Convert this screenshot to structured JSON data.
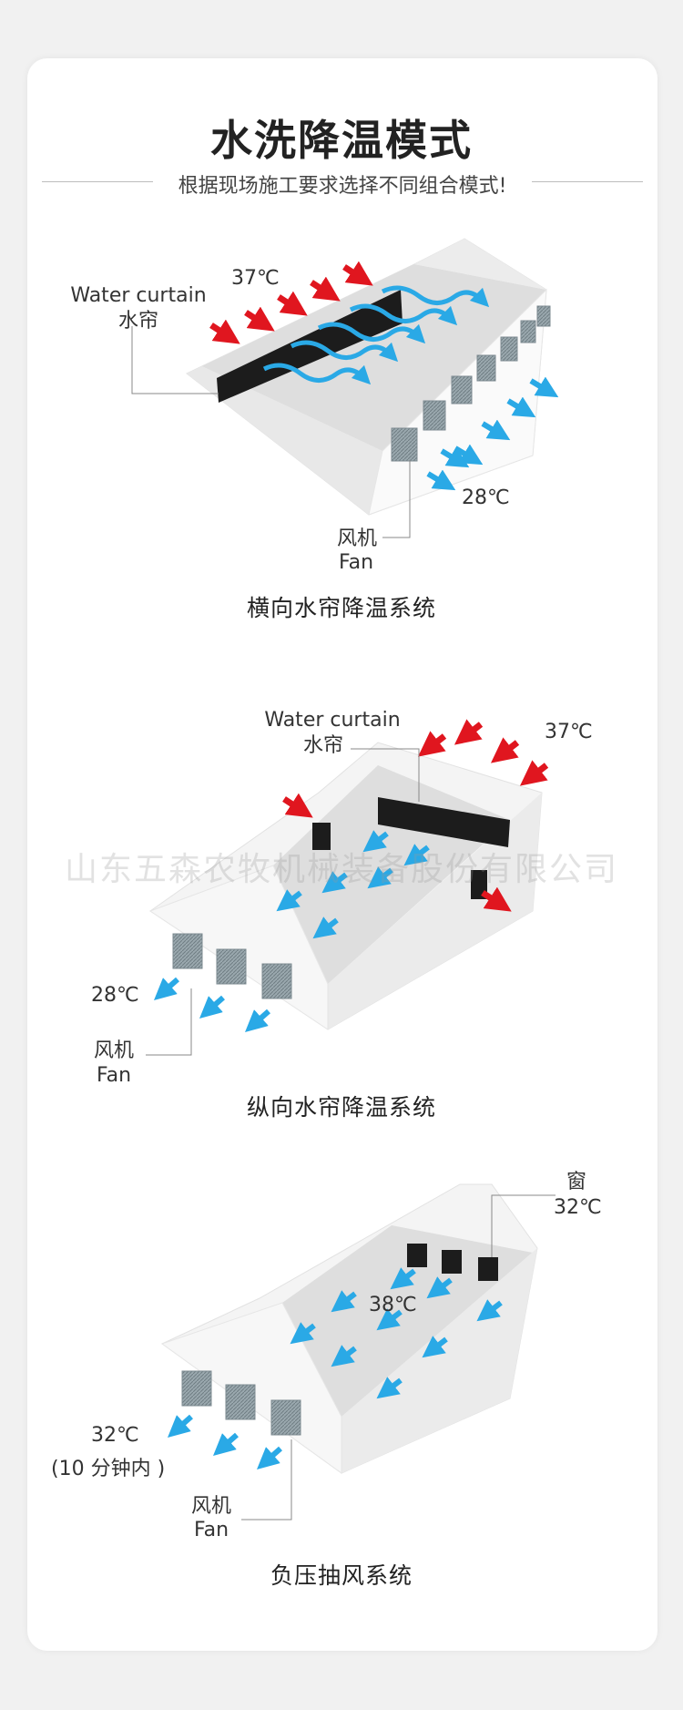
{
  "title": "水洗降温模式",
  "subtitle": "根据现场施工要求选择不同组合模式!",
  "watermark": "山东五森农牧机械装备股份有限公司",
  "colors": {
    "hot_arrow": "#e0161f",
    "cool_arrow": "#2aa9e6",
    "curtain": "#1c1c1c",
    "fan": "#8a9aa0"
  },
  "diagrams": [
    {
      "caption": "横向水帘降温系统",
      "water_curtain_en": "Water curtain",
      "water_curtain_cn": "水帘",
      "temp_in": "37℃",
      "temp_out": "28℃",
      "fan_cn": "风机",
      "fan_en": "Fan"
    },
    {
      "caption": "纵向水帘降温系统",
      "water_curtain_en": "Water curtain",
      "water_curtain_cn": "水帘",
      "temp_in": "37℃",
      "temp_out": "28℃",
      "fan_cn": "风机",
      "fan_en": "Fan"
    },
    {
      "caption": "负压抽风系统",
      "window_cn": "窗",
      "temp_window": "32℃",
      "temp_inside": "38℃",
      "temp_out": "32℃",
      "temp_out_note": "(10 分钟内 )",
      "fan_cn": "风机",
      "fan_en": "Fan"
    }
  ]
}
